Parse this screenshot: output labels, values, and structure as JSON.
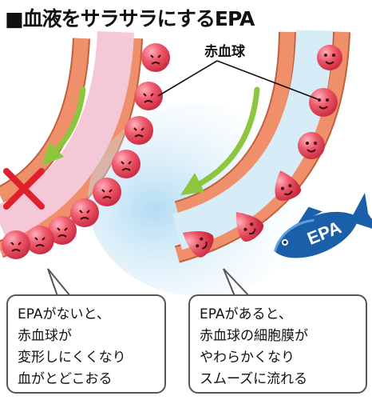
{
  "title": "■血液をサラサラにするEPA",
  "red_blood_cell_label": "赤血球",
  "fish_label": "EPA",
  "left_panel": {
    "state": "blocked",
    "caption_lines": [
      "EPAがないと、",
      "赤血球が",
      "変形しにくくなり",
      "血がとどこおる"
    ]
  },
  "right_panel": {
    "state": "flowing",
    "caption_lines": [
      "EPAがあると、",
      "赤血球の細胞膜が",
      "やわらかくなり",
      "スムーズに流れる"
    ]
  },
  "colors": {
    "vessel_wall": "#f0906a",
    "left_lumen": "#f4c8d6",
    "right_lumen": "#d6ecf7",
    "cell": "#e84b5f",
    "arrow": "#8cc63f",
    "cross": "#e0202a",
    "fish": "#1b5fa8"
  }
}
